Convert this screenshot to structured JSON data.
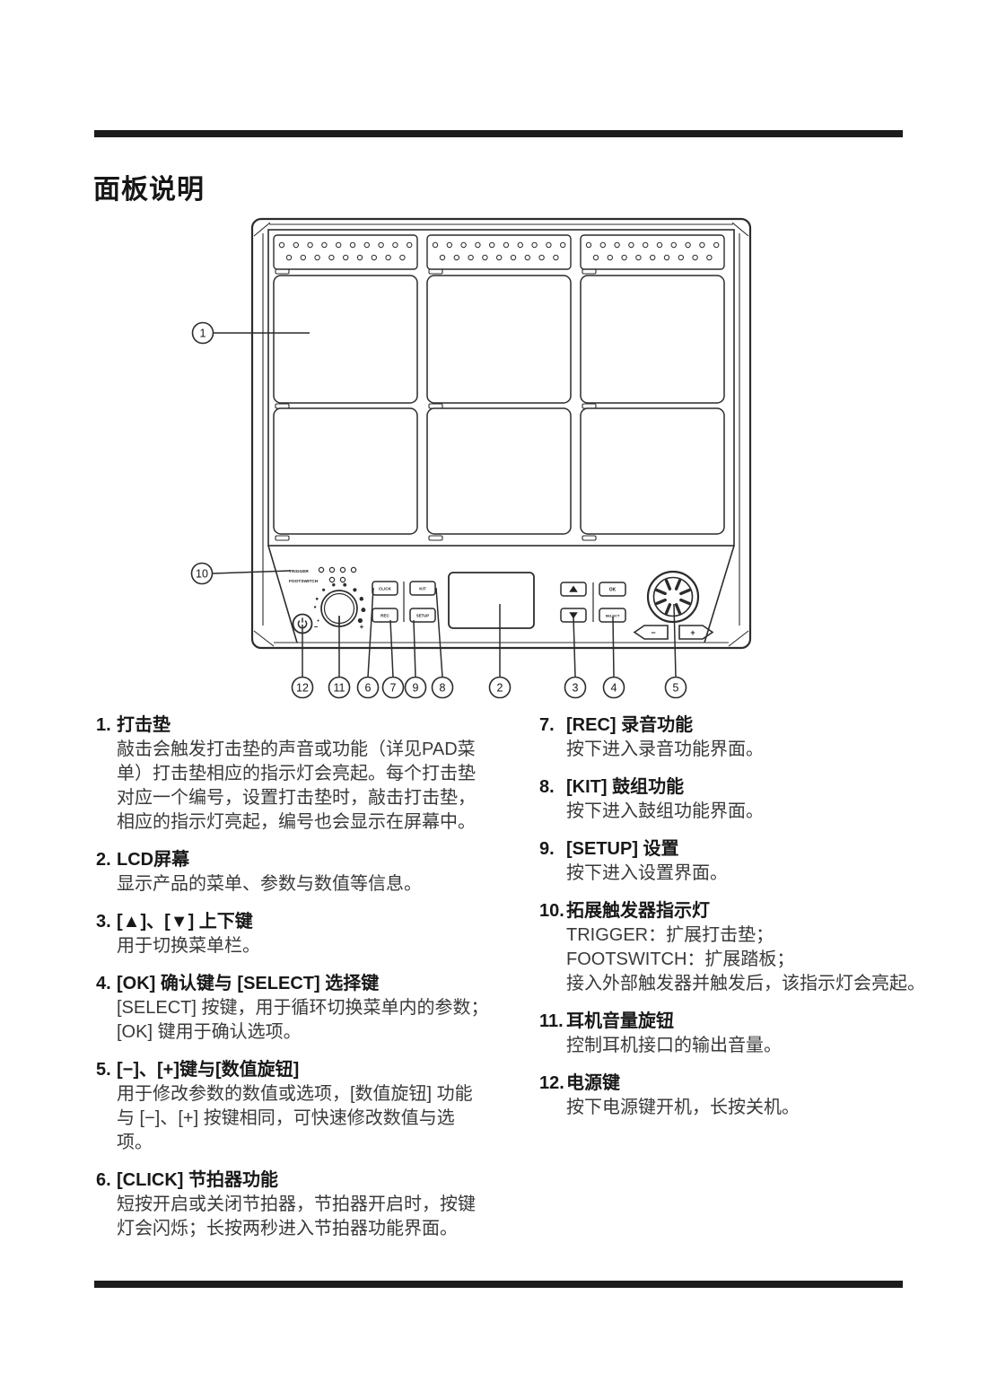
{
  "page": {
    "title": "面板说明"
  },
  "figure": {
    "labels": {
      "trigger": "TRIGGER",
      "footswitch": "FOOTSWITCH",
      "click": "CLICK",
      "rec": "REC",
      "kit": "KIT",
      "setup": "SETUP",
      "ok": "OK",
      "select": "SELECT",
      "knob_minus": "−",
      "knob_plus": "+",
      "stepper_minus": "−",
      "stepper_plus": "+"
    },
    "callouts": [
      "1",
      "2",
      "3",
      "4",
      "5",
      "6",
      "7",
      "8",
      "9",
      "10",
      "11",
      "12"
    ]
  },
  "sections_left": [
    {
      "num": "1.",
      "title": "打击垫",
      "body": "敲击会触发打击垫的声音或功能（详见PAD菜\n单）打击垫相应的指示灯会亮起。每个打击垫\n对应一个编号，设置打击垫时，敲击打击垫，\n相应的指示灯亮起，编号也会显示在屏幕中。"
    },
    {
      "num": "2.",
      "title": "LCD屏幕",
      "body": "显示产品的菜单、参数与数值等信息。"
    },
    {
      "num": "3.",
      "title": "[▲]、[▼] 上下键",
      "body": "用于切换菜单栏。"
    },
    {
      "num": "4.",
      "title": "[OK] 确认键与 [SELECT] 选择键",
      "body": "[SELECT] 按键，用于循环切换菜单内的参数；\n[OK] 键用于确认选项。"
    },
    {
      "num": "5.",
      "title": "[−]、[+]键与[数值旋钮]",
      "body": "用于修改参数的数值或选项，[数值旋钮] 功能\n与 [−]、[+] 按键相同，可快速修改数值与选\n项。"
    },
    {
      "num": "6.",
      "title": "[CLICK] 节拍器功能",
      "body": "短按开启或关闭节拍器，节拍器开启时，按键\n灯会闪烁；长按两秒进入节拍器功能界面。"
    }
  ],
  "sections_right": [
    {
      "num": "7.",
      "title": "[REC] 录音功能",
      "body": "按下进入录音功能界面。"
    },
    {
      "num": "8.",
      "title": "[KIT] 鼓组功能",
      "body": "按下进入鼓组功能界面。"
    },
    {
      "num": "9.",
      "title": "[SETUP] 设置",
      "body": "按下进入设置界面。"
    },
    {
      "num": "10.",
      "title": "拓展触发器指示灯",
      "body": "TRIGGER：扩展打击垫；\nFOOTSWITCH：扩展踏板；\n接入外部触发器并触发后，该指示灯会亮起。"
    },
    {
      "num": "11.",
      "title": "耳机音量旋钮",
      "body": "控制耳机接口的输出音量。"
    },
    {
      "num": "12.",
      "title": "电源键",
      "body": "按下电源键开机，长按关机。"
    }
  ]
}
